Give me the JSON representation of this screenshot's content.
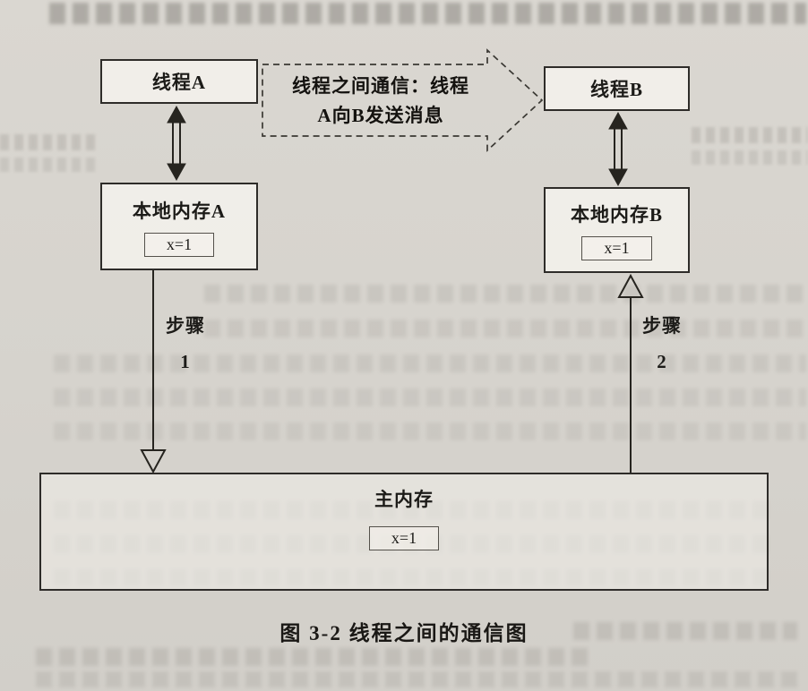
{
  "figure": {
    "caption": "图 3-2  线程之间的通信图"
  },
  "diagram": {
    "thread_a": "线程A",
    "thread_b": "线程B",
    "comm": {
      "line1": "线程之间通信：线程",
      "line2": "A向B发送消息"
    },
    "local_a": {
      "title": "本地内存A",
      "value": "x=1"
    },
    "local_b": {
      "title": "本地内存B",
      "value": "x=1"
    },
    "main_memory": {
      "title": "主内存",
      "value": "x=1"
    },
    "step1": {
      "label": "步骤",
      "number": "1"
    },
    "step2": {
      "label": "步骤",
      "number": "2"
    }
  },
  "colors": {
    "ink": "#2e2c29",
    "paper": "#d6d3cd",
    "box_fill": "#f3f1eb"
  }
}
